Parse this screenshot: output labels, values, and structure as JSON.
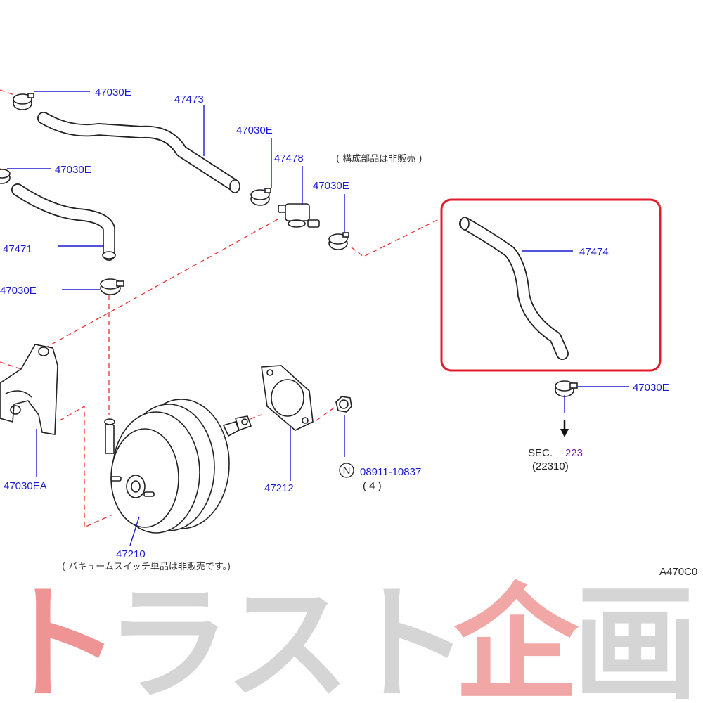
{
  "labels": {
    "p47030e_top": "47030E",
    "p47473": "47473",
    "p47030e_mid": "47030E",
    "p47478": "47478",
    "p47030e_left": "47030E",
    "p47030e_right_small": "47030E",
    "p47471": "47471",
    "p47030e_clip": "47030E",
    "p47474": "47474",
    "p47030e_lower_right": "47030E",
    "p47030ea": "47030EA",
    "p47212": "47212",
    "p47210": "47210",
    "nut_code": "08911-10837",
    "nut_qty": "( 4 )",
    "nut_symbol": "N",
    "note_not_sold": "( 構成部品は非販売 )",
    "note_vacuum_switch": "( バキュームスイッチ単品は非販売です。)",
    "sec_label": "SEC.",
    "sec_number": "223",
    "sec_sub": "(22310)",
    "diagram_code": "A470C0"
  },
  "watermark": {
    "text": "トラスト企画",
    "color_red": "#e23c3c",
    "color_gray": "#b9b9b9"
  },
  "colors": {
    "part_number": "#1a1ad0",
    "dash_line": "#e43232",
    "highlight_box": "#e21c2a",
    "section_number": "#7a1fb0"
  },
  "icons": [
    "hose-clamp-icon",
    "check-valve-icon",
    "nut-icon",
    "gasket-icon",
    "brake-booster-icon",
    "bracket-icon"
  ]
}
